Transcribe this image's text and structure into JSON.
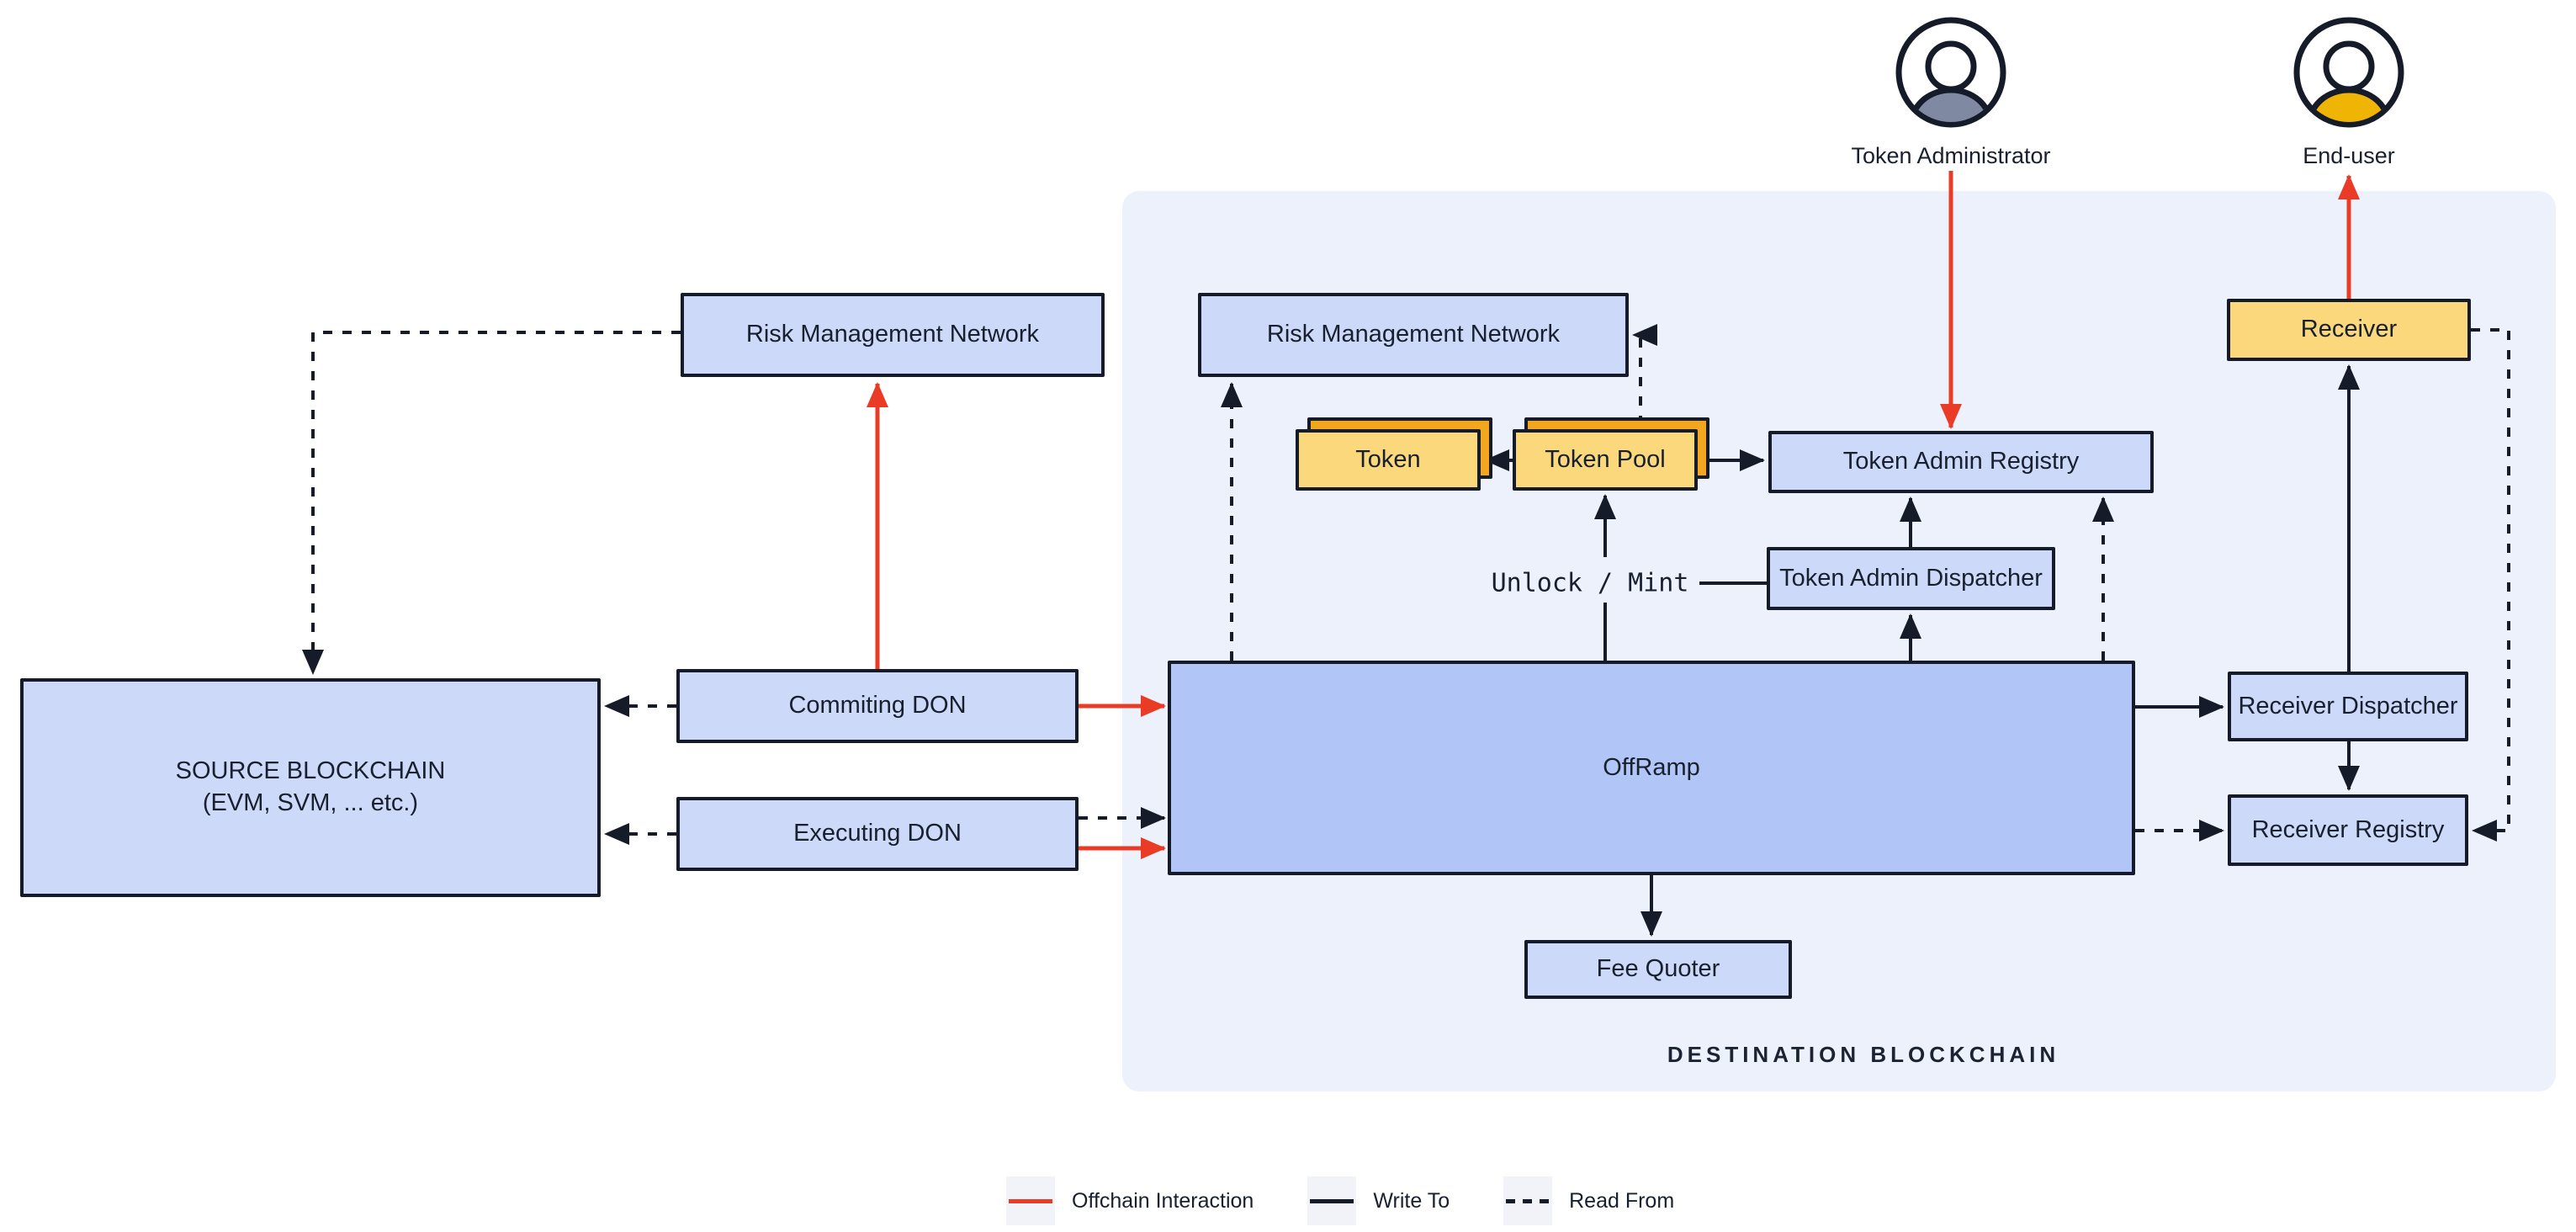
{
  "title": "CCIP OffRamp architecture diagram",
  "colors": {
    "background": "#ffffff",
    "panel": "#edf1fc",
    "node_fill": "#cdd9f8",
    "offramp_fill": "#b1c6f6",
    "yellow_fill": "#fcd87d",
    "yellow_stack_back": "#f3a71f",
    "ink": "#151b28",
    "offchain_red": "#ea3b26",
    "admin_shoulders_gray": "#7f89a1",
    "enduser_shoulders_amber": "#f0b405",
    "legend_swatch_bg": "#f1f3f8"
  },
  "actors": {
    "token_admin": {
      "label": "Token Administrator"
    },
    "end_user": {
      "label": "End-user"
    }
  },
  "regions": {
    "destination_label": "DESTINATION BLOCKCHAIN"
  },
  "nodes": {
    "source": {
      "label_line1": "SOURCE BLOCKCHAIN",
      "label_line2": "(EVM, SVM, ... etc.)"
    },
    "rmn_left": {
      "label": "Risk Management Network"
    },
    "rmn_right": {
      "label": "Risk Management Network"
    },
    "commiting_don": {
      "label": "Commiting DON"
    },
    "executing_don": {
      "label": "Executing DON"
    },
    "offramp": {
      "label": "OffRamp"
    },
    "token": {
      "label": "Token"
    },
    "token_pool": {
      "label": "Token Pool"
    },
    "token_admin_registry": {
      "label": "Token Admin Registry"
    },
    "token_admin_dispatcher": {
      "label": "Token Admin Dispatcher"
    },
    "fee_quoter": {
      "label": "Fee Quoter"
    },
    "receiver": {
      "label": "Receiver"
    },
    "receiver_dispatcher": {
      "label": "Receiver Dispatcher"
    },
    "receiver_registry": {
      "label": "Receiver Registry"
    }
  },
  "annotations": {
    "unlock_mint": "Unlock / Mint"
  },
  "legend": [
    {
      "label": "Offchain Interaction",
      "style": "offchain"
    },
    {
      "label": "Write To",
      "style": "write"
    },
    {
      "label": "Read From",
      "style": "read"
    }
  ]
}
